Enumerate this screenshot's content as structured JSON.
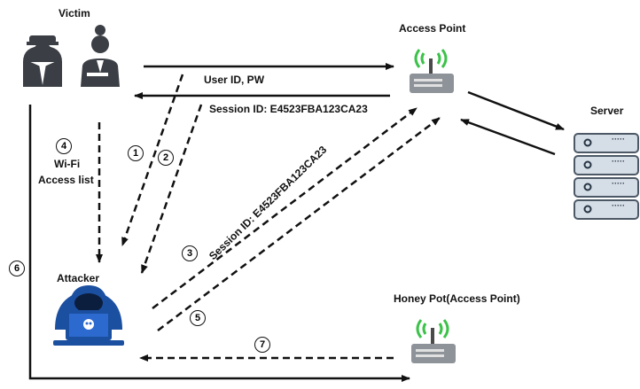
{
  "nodes": {
    "victim": "Victim",
    "access_point": "Access Point",
    "server": "Server",
    "attacker": "Attacker",
    "honeypot": "Honey Pot(Access Point)"
  },
  "messages": {
    "user_id_pw": "User ID, PW",
    "session_top": "Session ID: E4523FBA123CA23",
    "session_diag": "Session ID: E4523FBA123CA23",
    "wifi": "Wi-Fi",
    "access_list": "Access list"
  },
  "steps": {
    "s1": "1",
    "s2": "2",
    "s3": "3",
    "s4": "4",
    "s5": "5",
    "s6": "6",
    "s7": "7"
  },
  "server_rack_label": "·····"
}
